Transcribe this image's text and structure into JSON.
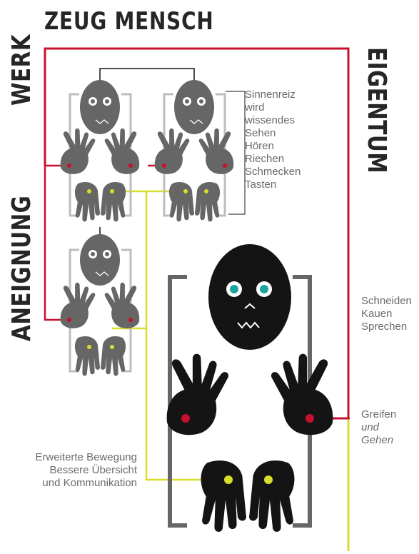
{
  "title": "ZEUG MENSCH",
  "labels": {
    "werk": "WERK",
    "aneignung": "ANEIGNUNG",
    "eigentum": "EIGENTUM"
  },
  "sinne": {
    "lines": [
      "Sinnenreiz",
      "wird",
      "wissendes",
      "Sehen",
      "Hören",
      "Riechen",
      "Schmecken",
      "Tasten"
    ]
  },
  "mund": {
    "lines": [
      "Schneiden",
      "Kauen",
      "Sprechen"
    ]
  },
  "greifen": {
    "line1": "Greifen",
    "line2": "und",
    "line3": "Gehen"
  },
  "bewegung": {
    "lines": [
      "Erweiterte Bewegung",
      "Bessere Übersicht",
      "und Kommunikation"
    ]
  },
  "colors": {
    "red": "#c8102e",
    "yellow": "#d9dd2b",
    "dark": "#141414",
    "mid": "#666666",
    "bracket": "#bdbdbd",
    "teal": "#1aa3a0"
  }
}
